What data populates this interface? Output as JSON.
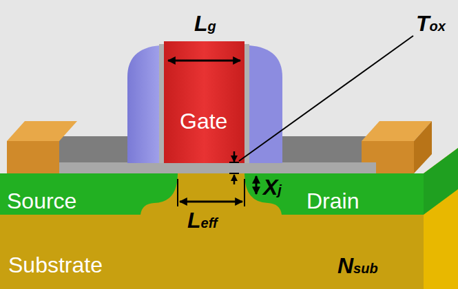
{
  "diagram": {
    "nodes": [
      {
        "text": [
          "Gate"
        ]
      },
      {
        "text": [
          "Substrate"
        ]
      },
      {
        "text": [
          "Source"
        ],
        "in": 1
      },
      {
        "text": [
          "Drain"
        ],
        "in": 1
      }
    ],
    "labels": [
      "Lg",
      "Tox",
      "Xj",
      "Leff",
      "Nsub"
    ]
  }
}
